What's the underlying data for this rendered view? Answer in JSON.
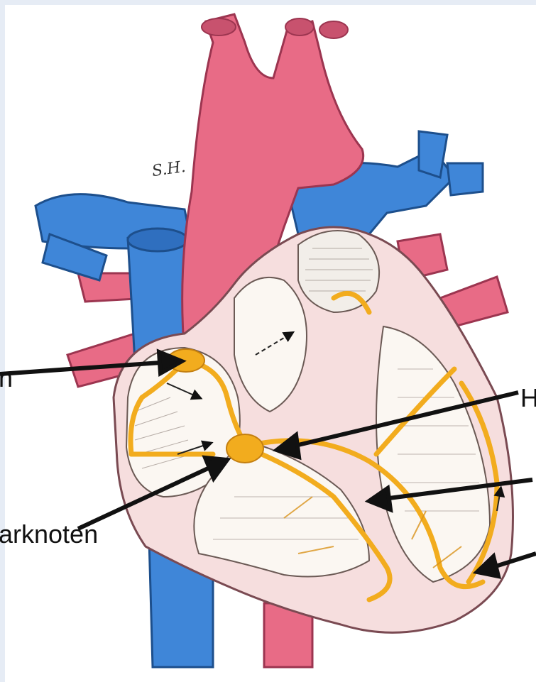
{
  "signature": "S.H.",
  "labels": {
    "sinus_node": "n",
    "his_bundle": "H",
    "av_node": "arknoten"
  },
  "colors": {
    "artery": "#e86b86",
    "vein": "#3f86d8",
    "conduction": "#f2ac1e",
    "myocardium": "#f6dede",
    "background": "#ffffff"
  }
}
